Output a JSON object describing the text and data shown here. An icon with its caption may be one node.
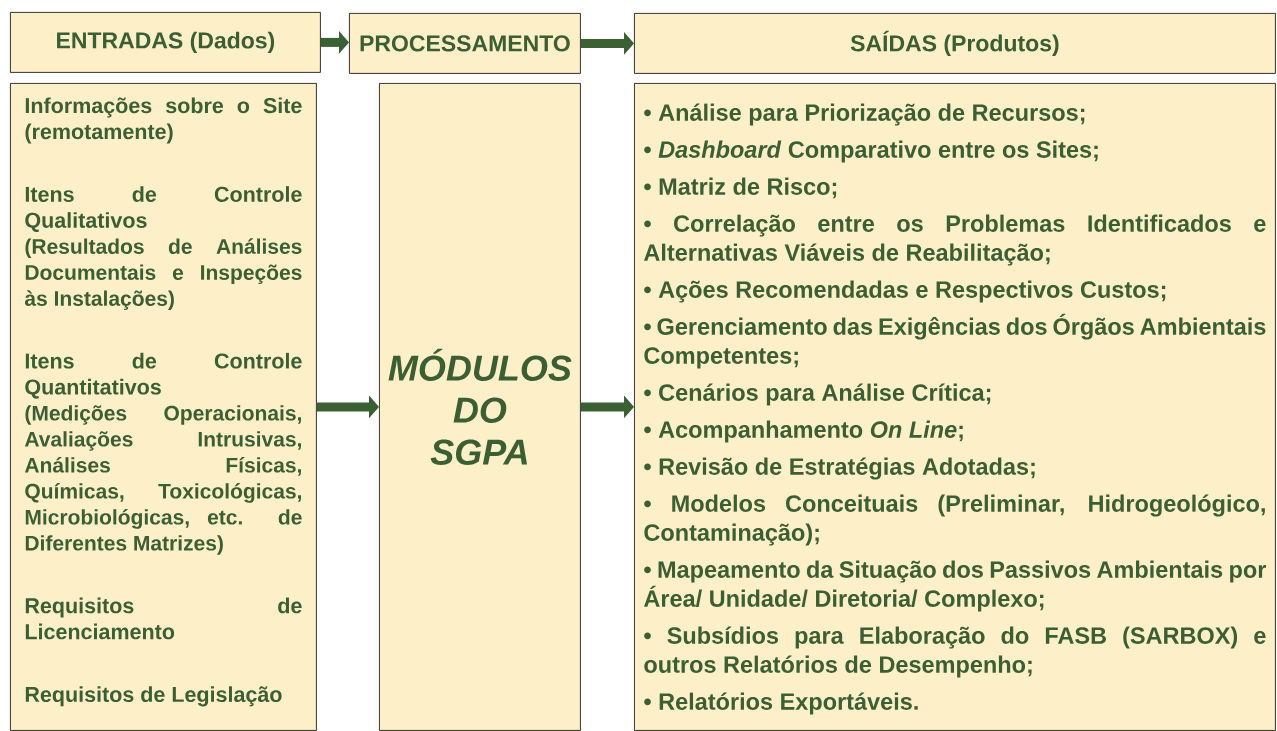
{
  "diagram": {
    "nodes": [
      {
        "text": [
          "ENTRADAS (Dados)"
        ]
      },
      {
        "text": [
          "PROCESSAMENTO"
        ]
      },
      {
        "text": [
          "SAÍDAS (Produtos)"
        ]
      },
      {
        "text": [
          "Informações sobre o Site (remotamente)",
          "Itens de Controle Qualitativos",
          "(Resultados de Análises Documentais e Inspeções às Instalações)",
          "Itens de Controle Quantitativos",
          "(Medições Operacionais, Avaliações Intrusivas, Análises Físicas, Químicas, Toxicológicas, Microbiológicas, etc. de Diferentes Matrizes)",
          "Requisitos de Licenciamento",
          "Requisitos de Legislação"
        ]
      },
      {
        "text": [
          "MÓDULOS DO SGPA"
        ]
      },
      {
        "text": [
          "• Análise para Priorização de Recursos;",
          "• *Dashboard* Comparativo entre os Sites;",
          "• Matriz de Risco;",
          "• Correlação entre os Problemas Identificados e Alternativas Viáveis de Reabilitação;",
          "• Ações Recomendadas e Respectivos Custos;",
          "• Gerenciamento das Exigências dos Órgãos Ambientais Competentes;",
          "• Cenários  para Análise Crítica;",
          "• Acompanhamento *On Line*;",
          "• Revisão de Estratégias Adotadas;",
          "• Modelos Conceituais (Preliminar, Hidrogeológico, Contaminação);",
          "• Mapeamento da Situação dos Passivos Ambientais por Área/ Unidade/ Diretoria/ Complexo;",
          "• Subsídios para Elaboração do FASB (SARBOX) e outros Relatórios de Desempenho;",
          "• Relatórios Exportáveis."
        ]
      }
    ],
    "edges": [
      {
        "from": 0,
        "to": 1,
        "arrow": "to"
      },
      {
        "from": 1,
        "to": 2,
        "arrow": "to"
      },
      {
        "from": 3,
        "to": 4,
        "arrow": "to"
      },
      {
        "from": 4,
        "to": 5,
        "arrow": "to"
      }
    ]
  }
}
